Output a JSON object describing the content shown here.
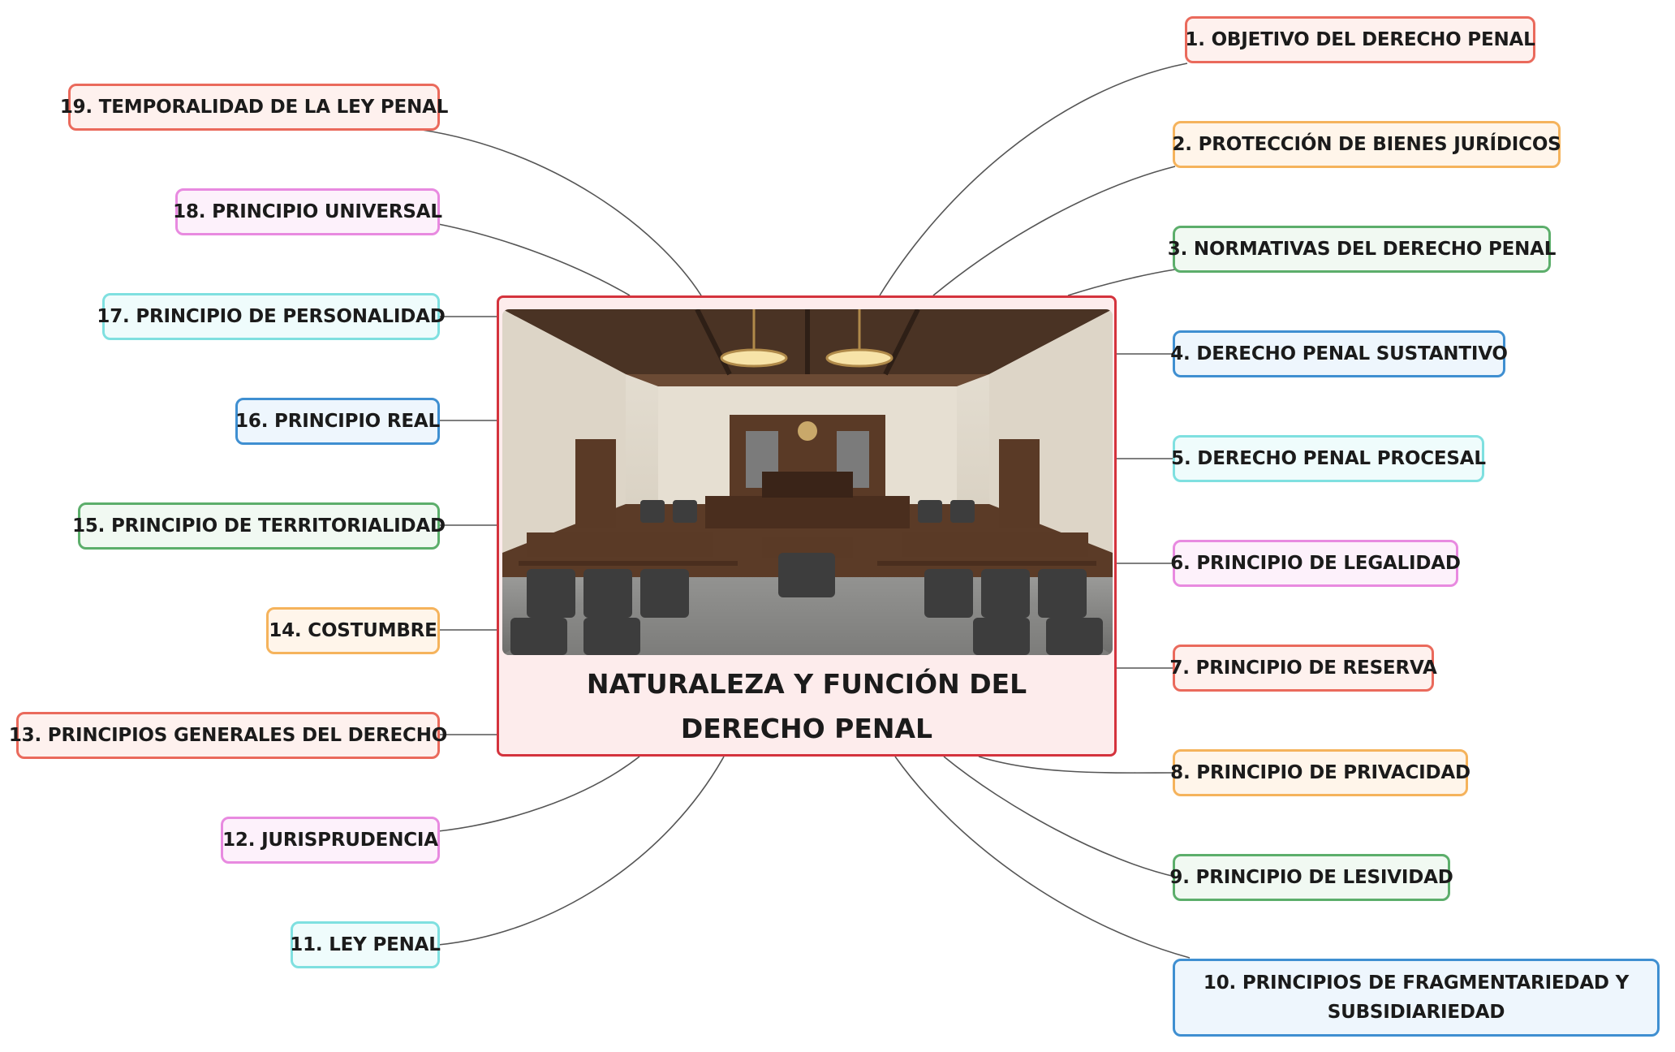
{
  "central": {
    "title": "NATURALEZA Y FUNCIÓN DEL DERECHO PENAL",
    "image": "courtroom-illustration"
  },
  "topics": [
    {
      "id": 1,
      "label": "1. OBJETIVO DEL DERECHO PENAL",
      "color": "red"
    },
    {
      "id": 2,
      "label": "2. PROTECCIÓN DE BIENES JURÍDICOS",
      "color": "orange"
    },
    {
      "id": 3,
      "label": "3. NORMATIVAS DEL DERECHO PENAL",
      "color": "green"
    },
    {
      "id": 4,
      "label": "4. DERECHO PENAL SUSTANTIVO",
      "color": "blue"
    },
    {
      "id": 5,
      "label": "5. DERECHO PENAL PROCESAL",
      "color": "cyan"
    },
    {
      "id": 6,
      "label": "6. PRINCIPIO DE LEGALIDAD",
      "color": "pink"
    },
    {
      "id": 7,
      "label": "7. PRINCIPIO DE RESERVA",
      "color": "red"
    },
    {
      "id": 8,
      "label": "8. PRINCIPIO DE PRIVACIDAD",
      "color": "orange"
    },
    {
      "id": 9,
      "label": "9. PRINCIPIO DE LESIVIDAD",
      "color": "green"
    },
    {
      "id": 10,
      "label": "10. PRINCIPIOS DE FRAGMENTARIEDAD Y SUBSIDIARIEDAD",
      "color": "blue"
    },
    {
      "id": 11,
      "label": "11. LEY PENAL",
      "color": "cyan"
    },
    {
      "id": 12,
      "label": "12. JURISPRUDENCIA",
      "color": "pink"
    },
    {
      "id": 13,
      "label": "13. PRINCIPIOS GENERALES DEL DERECHO",
      "color": "red"
    },
    {
      "id": 14,
      "label": "14. COSTUMBRE",
      "color": "orange"
    },
    {
      "id": 15,
      "label": "15. PRINCIPIO DE TERRITORIALIDAD",
      "color": "green"
    },
    {
      "id": 16,
      "label": "16. PRINCIPIO REAL",
      "color": "blue"
    },
    {
      "id": 17,
      "label": "17. PRINCIPIO DE PERSONALIDAD",
      "color": "cyan"
    },
    {
      "id": 18,
      "label": "18. PRINCIPIO UNIVERSAL",
      "color": "pink"
    },
    {
      "id": 19,
      "label": "19. TEMPORALIDAD DE LA LEY PENAL",
      "color": "red"
    }
  ]
}
